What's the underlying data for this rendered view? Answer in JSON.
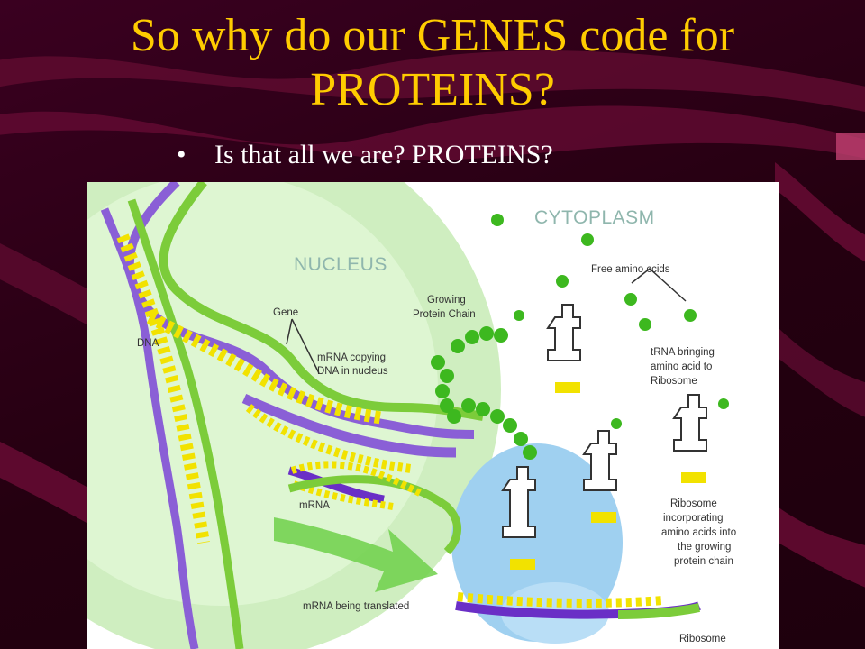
{
  "slide": {
    "title": "So why do our GENES code for PROTEINS?",
    "bullets": [
      "Is that all we are? PROTEINS?"
    ]
  },
  "diagram": {
    "labels": {
      "cytoplasm": "CYTOPLASM",
      "nucleus": "NUCLEUS",
      "free_amino": "Free amino ccids",
      "growing_1": "Growing",
      "growing_2": "Protein Chain",
      "gene": "Gene",
      "dna": "DNA",
      "mrna_copy_1": "mRNA copying",
      "mrna_copy_2": "DNA in nucleus",
      "trna_1": "tRNA bringing",
      "trna_2": "amino acid to",
      "trna_3": "Ribosome",
      "mrna": "mRNA",
      "ribo_inc_1": "Ribosome",
      "ribo_inc_2": "incorporating",
      "ribo_inc_3": "amino acids into",
      "ribo_inc_4": "the growing",
      "ribo_inc_5": "protein chain",
      "mrna_translated": "mRNA being translated",
      "ribosome": "Ribosome"
    },
    "colors": {
      "title": "#ffcc00",
      "background": "#2a0016",
      "wave": "#7a0c3c",
      "nucleus": "#cfeec0",
      "cytoplasm_label": "#8fb6ad",
      "dna_purple": "#8a5fd6",
      "dna_green": "#7ccc3a",
      "base_yellow": "#f2e200",
      "amino_green": "#3db81f",
      "ribosome": "#9fd0f0",
      "trna": "#ffffff"
    }
  }
}
